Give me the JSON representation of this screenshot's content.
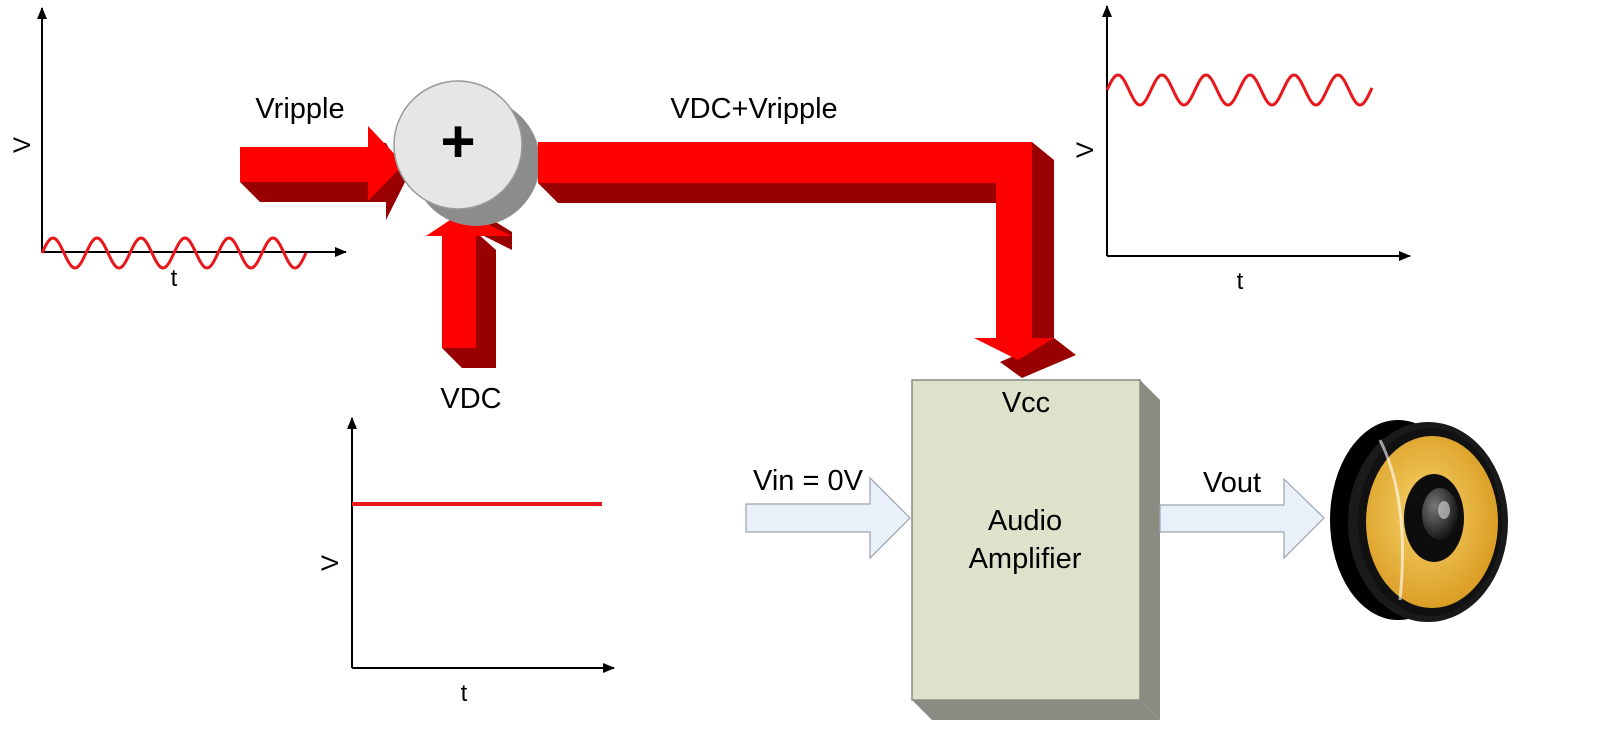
{
  "labels": {
    "vripple": "Vripple",
    "vdc": "VDC",
    "sum": "VDC+Vripple",
    "vcc": "Vcc",
    "vin": "Vin = 0V",
    "vout": "Vout",
    "amp_line1": "Audio",
    "amp_line2": "Amplifier",
    "plus": "+"
  },
  "graphs": {
    "ripple": {
      "ylabel": "V",
      "xlabel": "t",
      "signal": "sine"
    },
    "dc": {
      "ylabel": "V",
      "xlabel": "t",
      "signal": "constant"
    },
    "sum": {
      "ylabel": "V",
      "xlabel": "t",
      "signal": "sine offset"
    }
  },
  "colors": {
    "arrow_red": "#ff0000",
    "arrow_dark": "#990000",
    "signal": "#e8171c",
    "amp_box": "#dde2cb",
    "light_arrow": "#e9f0fa"
  },
  "icons": {
    "summer": "plus-circle-icon",
    "speaker": "speaker-icon"
  }
}
